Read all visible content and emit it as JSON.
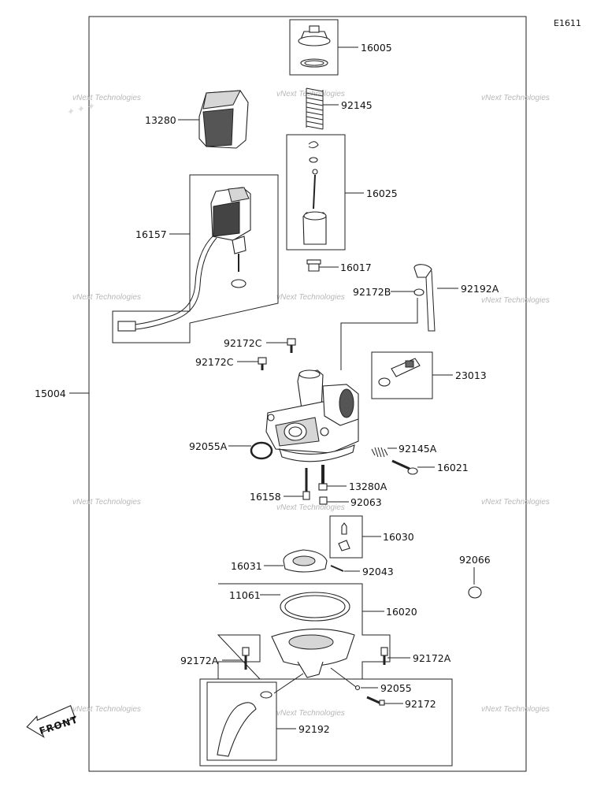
{
  "diagram_code": "E1611",
  "front_label": "FRONT",
  "watermark": "vNext Technologies",
  "parts": {
    "p16005": "16005",
    "p92145": "92145",
    "p13280": "13280",
    "p16025": "16025",
    "p16157": "16157",
    "p16017": "16017",
    "p92172B": "92172B",
    "p92192A": "92192A",
    "p92172C_a": "92172C",
    "p92172C_b": "92172C",
    "p23013": "23013",
    "p15004": "15004",
    "p92055A": "92055A",
    "p92145A": "92145A",
    "p16021": "16021",
    "p16158": "16158",
    "p13280A": "13280A",
    "p92063": "92063",
    "p16030": "16030",
    "p16031": "16031",
    "p92043": "92043",
    "p92066": "92066",
    "p11061": "11061",
    "p16020": "16020",
    "p92172A_left": "92172A",
    "p92172A_right": "92172A",
    "p92055": "92055",
    "p92172": "92172",
    "p92192": "92192"
  }
}
